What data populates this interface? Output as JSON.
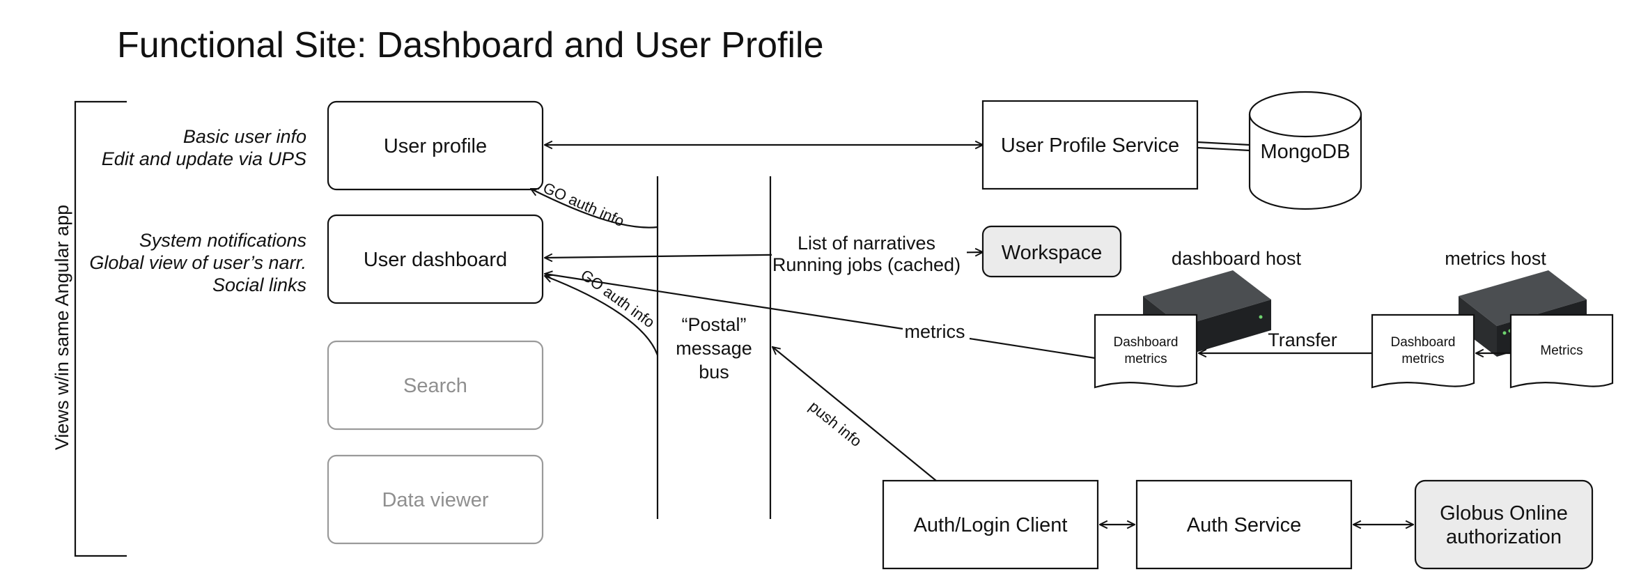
{
  "title": "Functional Site: Dashboard and User Profile",
  "bracket_label": "Views w/in same Angular app",
  "notes": {
    "profile": [
      "Basic user info",
      "Edit and update via UPS"
    ],
    "dashboard": [
      "System  notifications",
      "Global view of user’s narr.",
      "Social links"
    ]
  },
  "views": {
    "user_profile": "User profile",
    "user_dashboard": "User dashboard",
    "search": "Search",
    "data_viewer": "Data viewer"
  },
  "bus_label": [
    "“Postal”",
    "message",
    "bus"
  ],
  "services": {
    "user_profile_service": "User Profile Service",
    "mongodb": "MongoDB",
    "workspace": "Workspace",
    "auth_login_client": "Auth/Login Client",
    "auth_service": "Auth Service",
    "globus": [
      "Globus Online",
      "authorization"
    ]
  },
  "hosts": {
    "dashboard_host": "dashboard host",
    "metrics_host": "metrics host",
    "dashboard_metrics": [
      "Dashboard",
      "metrics"
    ],
    "metrics_doc": "Metrics"
  },
  "edge_labels": {
    "go_auth_info_1": "GO auth info",
    "go_auth_info_2": "GO auth info",
    "narratives": [
      "List of narratives",
      "Running jobs (cached)"
    ],
    "metrics": "metrics",
    "transfer": "Transfer",
    "push_info": "push info"
  },
  "colors": {
    "line": "#111111",
    "grey_fill": "#ebebeb",
    "faded": "#9a9a9a",
    "server_dark": "#2b2d2f",
    "server_top": "#4b4e51"
  }
}
